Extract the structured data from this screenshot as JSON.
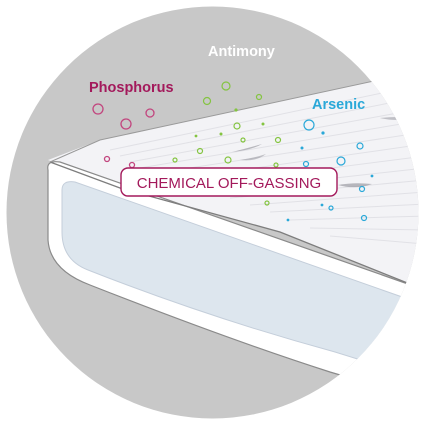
{
  "labels": {
    "phosphorus": "Phosphorus",
    "antimony": "Antimony",
    "arsenic": "Arsenic",
    "callout": "CHEMICAL OFF-GASSING"
  },
  "colors": {
    "background": "#ffffff",
    "disc": "#c8c8c8",
    "mattress_top": "#f3f3f6",
    "mattress_side": "#ffffff",
    "mattress_edge": "#8a8a8a",
    "panel": "#dde6ee",
    "phosphorus": "#a3195b",
    "antimony": "#ffffff",
    "arsenic": "#2aa8d8",
    "bubble_green": "#84c441",
    "bubble_pink": "#c2457e",
    "bubble_blue": "#2aa8d8"
  }
}
